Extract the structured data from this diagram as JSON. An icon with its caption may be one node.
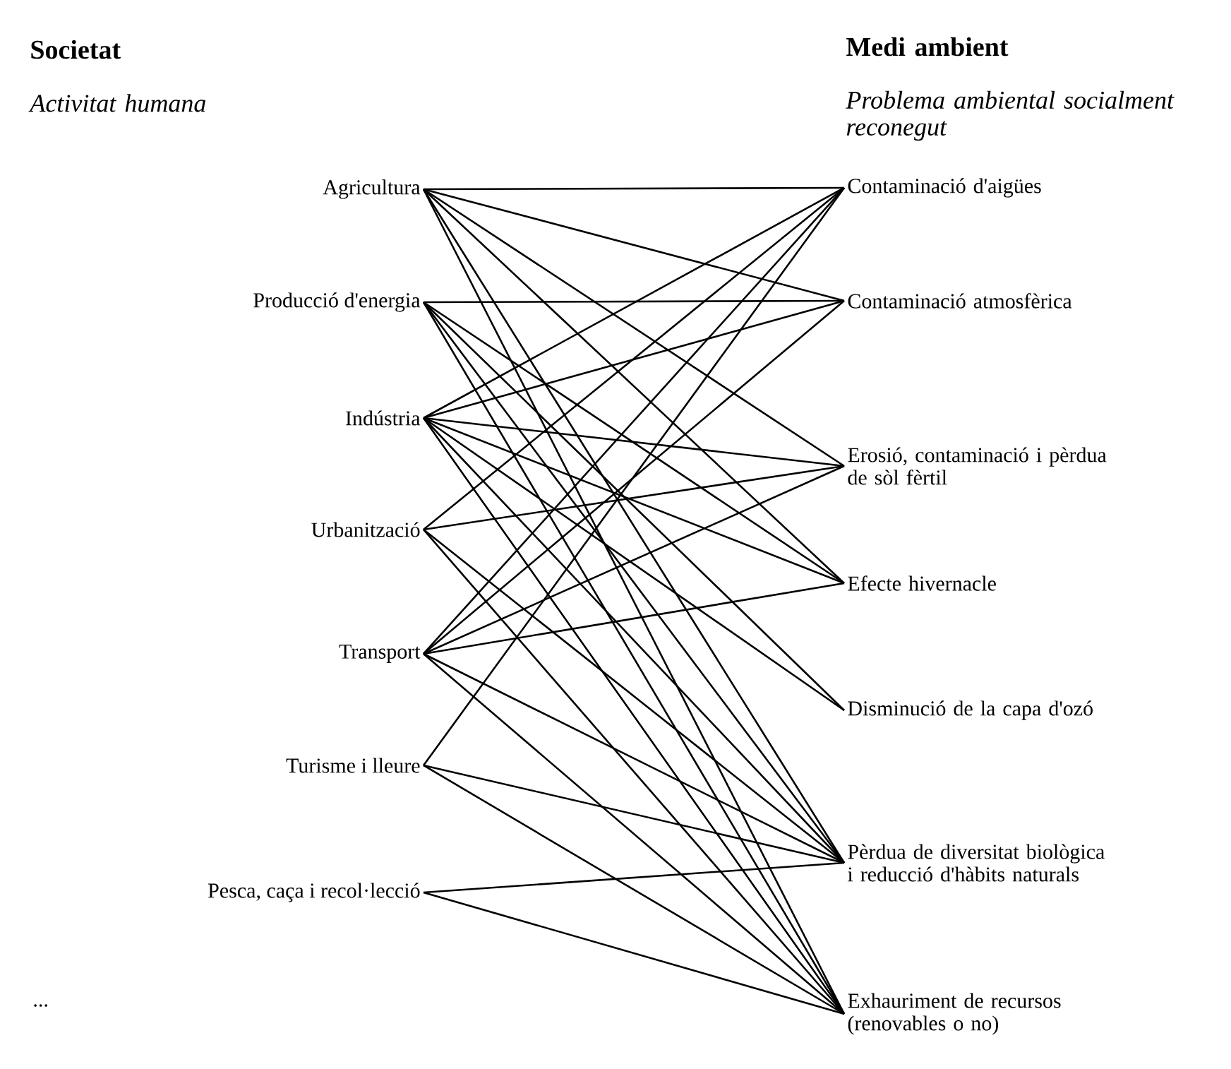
{
  "diagram": {
    "nodes": [
      {
        "text": [
          "Agricultura"
        ]
      },
      {
        "text": [
          "Producció d'energia"
        ]
      },
      {
        "text": [
          "Indústria"
        ]
      },
      {
        "text": [
          "Urbanització"
        ]
      },
      {
        "text": [
          "Transport"
        ]
      },
      {
        "text": [
          "Turisme i lleure"
        ]
      },
      {
        "text": [
          "Pesca, caça i recol·lecció"
        ]
      },
      {
        "text": [
          "Contaminació d'aigües"
        ]
      },
      {
        "text": [
          "Contaminació atmosfèrica"
        ]
      },
      {
        "text": [
          "Erosió, contaminació i pèrdua de sòl fèrtil"
        ]
      },
      {
        "text": [
          "Efecte hivernacle"
        ]
      },
      {
        "text": [
          "Disminució de la capa d'ozó"
        ]
      },
      {
        "text": [
          "Pèrdua de diversitat biològica i reducció d'hàbits naturals"
        ]
      },
      {
        "text": [
          "Exhauriment de recursos (renovables o no)"
        ]
      }
    ],
    "edges": [
      {
        "from": 0,
        "to": 7,
        "arrow": "none"
      },
      {
        "from": 0,
        "to": 8,
        "arrow": "none"
      },
      {
        "from": 0,
        "to": 9,
        "arrow": "none"
      },
      {
        "from": 0,
        "to": 10,
        "arrow": "none"
      },
      {
        "from": 0,
        "to": 12,
        "arrow": "none"
      },
      {
        "from": 0,
        "to": 13,
        "arrow": "none"
      },
      {
        "from": 1,
        "to": 8,
        "arrow": "none"
      },
      {
        "from": 1,
        "to": 10,
        "arrow": "none"
      },
      {
        "from": 1,
        "to": 11,
        "arrow": "none"
      },
      {
        "from": 1,
        "to": 12,
        "arrow": "none"
      },
      {
        "from": 1,
        "to": 13,
        "arrow": "none"
      },
      {
        "from": 2,
        "to": 7,
        "arrow": "none"
      },
      {
        "from": 2,
        "to": 8,
        "arrow": "none"
      },
      {
        "from": 2,
        "to": 9,
        "arrow": "none"
      },
      {
        "from": 2,
        "to": 10,
        "arrow": "none"
      },
      {
        "from": 2,
        "to": 11,
        "arrow": "none"
      },
      {
        "from": 2,
        "to": 12,
        "arrow": "none"
      },
      {
        "from": 2,
        "to": 13,
        "arrow": "none"
      },
      {
        "from": 3,
        "to": 7,
        "arrow": "none"
      },
      {
        "from": 3,
        "to": 9,
        "arrow": "none"
      },
      {
        "from": 3,
        "to": 12,
        "arrow": "none"
      },
      {
        "from": 3,
        "to": 13,
        "arrow": "none"
      },
      {
        "from": 4,
        "to": 7,
        "arrow": "none"
      },
      {
        "from": 4,
        "to": 8,
        "arrow": "none"
      },
      {
        "from": 4,
        "to": 9,
        "arrow": "none"
      },
      {
        "from": 4,
        "to": 10,
        "arrow": "none"
      },
      {
        "from": 4,
        "to": 12,
        "arrow": "none"
      },
      {
        "from": 4,
        "to": 13,
        "arrow": "none"
      },
      {
        "from": 5,
        "to": 7,
        "arrow": "none"
      },
      {
        "from": 5,
        "to": 12,
        "arrow": "none"
      },
      {
        "from": 5,
        "to": 13,
        "arrow": "none"
      },
      {
        "from": 6,
        "to": 12,
        "arrow": "none"
      },
      {
        "from": 6,
        "to": 13,
        "arrow": "none"
      }
    ],
    "labels": [
      "Societat",
      "Medi ambient",
      "Activitat humana",
      "Problema ambiental socialment reconegut",
      "..."
    ]
  }
}
